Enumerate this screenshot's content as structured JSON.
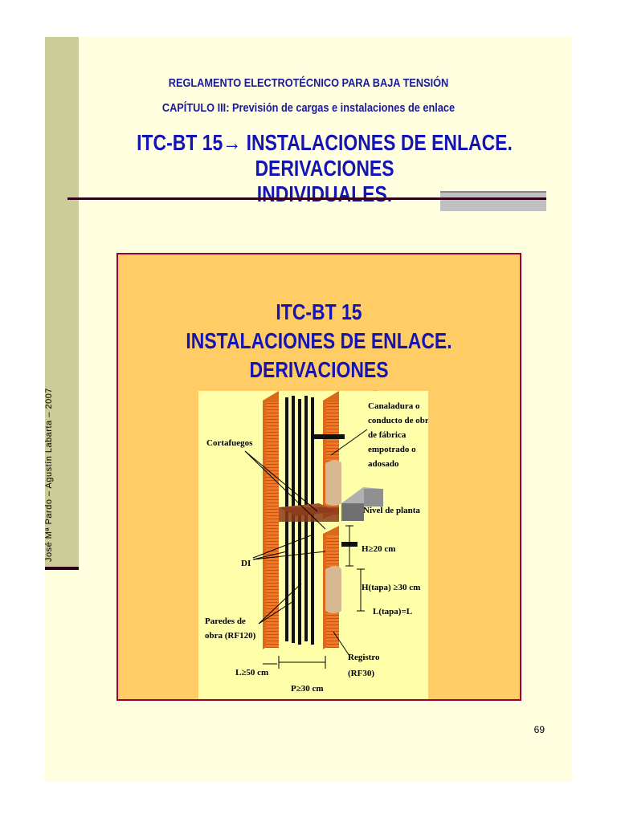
{
  "sidebar": {
    "author_text": "José Mª Pardo – Agustín Labarta – 2007"
  },
  "header": {
    "line1": "REGLAMENTO ELECTROTÉCNICO PARA BAJA TENSIÓN",
    "line2": "CAPÍTULO III: Previsión de cargas e instalaciones de enlace",
    "title_line1": "ITC-BT 15→ INSTALACIONES DE ENLACE. DERIVACIONES",
    "title_line2": "INDIVIDUALES."
  },
  "panel": {
    "title_line1": "ITC-BT 15",
    "title_line2": "INSTALACIONES DE ENLACE. DERIVACIONES",
    "title_line3": "INDIVIDUALES."
  },
  "figure_labels": {
    "canaladura_1": "Canaladura o",
    "canaladura_2": "conducto de obra",
    "canaladura_3": "de fábrica",
    "canaladura_4": "empotrado o",
    "canaladura_5": "adosado",
    "cortafuegos": "Cortafuegos",
    "nivel_planta": "Nivel de planta",
    "h_20": "H≥20 cm",
    "di": "DI",
    "h_tapa": "H(tapa) ≥30 cm",
    "l_tapa": "L(tapa)=L",
    "paredes_1": "Paredes de",
    "paredes_2": "obra (RF120)",
    "registro_1": "Registro",
    "registro_2": "(RF30)",
    "l_50": "L≥50 cm",
    "p_30": "P≥30 cm"
  },
  "footer": {
    "page_number": "69"
  },
  "colors": {
    "title_blue": "#1414b4",
    "panel_bg": "#ffcc66",
    "panel_border": "#990033",
    "slide_bg": "#ffffe0"
  }
}
